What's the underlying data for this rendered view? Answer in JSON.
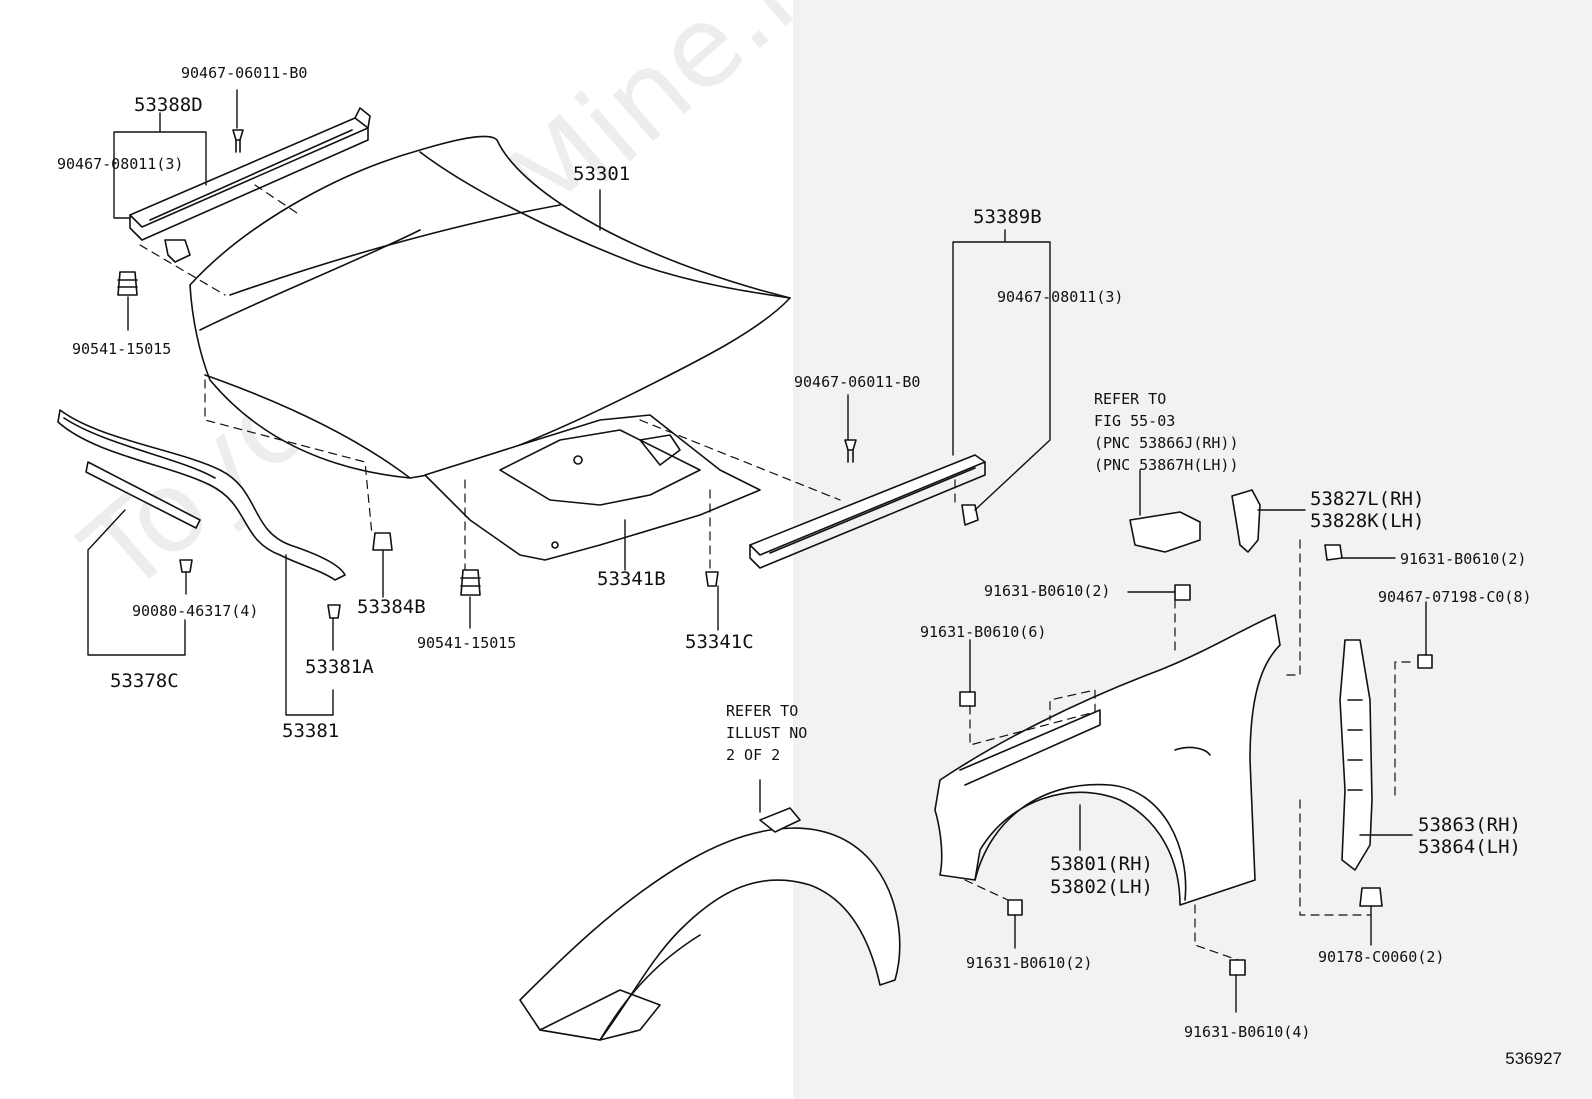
{
  "watermark": "ToyotaCarMine.ru",
  "figure_number": "536927",
  "labels": {
    "p_90467_06011_b0_top": "90467-06011-B0",
    "p_53388d": "53388D",
    "p_90467_08011_3_left": "90467-08011(3)",
    "p_53301": "53301",
    "p_90541_15015_left": "90541-15015",
    "p_53389b": "53389B",
    "p_90467_08011_3_right": "90467-08011(3)",
    "p_90467_06011_b0_mid": "90467-06011-B0",
    "refer_fig_line1": "REFER TO",
    "refer_fig_line2": "FIG 55-03",
    "refer_fig_line3": "(PNC 53866J(RH))",
    "refer_fig_line4": "(PNC 53867H(LH))",
    "p_53827l": "53827L(RH)",
    "p_53828k": "53828K(LH)",
    "p_91631_b0610_2_a": "91631-B0610(2)",
    "p_91631_b0610_2_b": "91631-B0610(2)",
    "p_90467_07198_c0_8": "90467-07198-C0(8)",
    "p_91631_b0610_6": "91631-B0610(6)",
    "p_53341b": "53341B",
    "p_53341c": "53341C",
    "p_53384b": "53384B",
    "p_90541_15015_mid": "90541-15015",
    "p_90080_46317_4": "90080-46317(4)",
    "p_53381a": "53381A",
    "p_53378c": "53378C",
    "p_53381": "53381",
    "refer_illust_line1": "REFER TO",
    "refer_illust_line2": "ILLUST NO",
    "refer_illust_line3": "2 OF 2",
    "p_53863": "53863(RH)",
    "p_53864": "53864(LH)",
    "p_53801": "53801(RH)",
    "p_53802": "53802(LH)",
    "p_91631_b0610_2_c": "91631-B0610(2)",
    "p_90178_c0060_2": "90178-C0060(2)",
    "p_91631_b0610_4": "91631-B0610(4)"
  }
}
